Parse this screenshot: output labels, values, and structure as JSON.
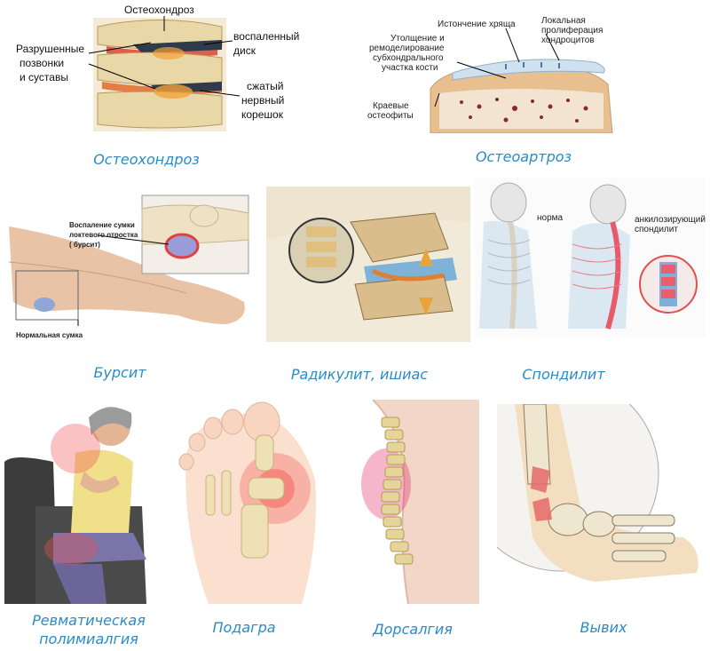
{
  "captions": {
    "osteochondrosis": "Остеохондроз",
    "osteoarthrosis": "Остеоартроз",
    "bursitis": "Бурсит",
    "radiculitis": "Радикулит, ишиас",
    "spondylitis": "Спондилит",
    "polymyalgia_line1": "Ревматическая",
    "polymyalgia_line2": "полимиалгия",
    "gout": "Подагра",
    "dorsalgia": "Дорсалгия",
    "dislocation": "Вывих"
  },
  "osteochondrosis_labels": {
    "title": "Остеохондроз",
    "destroyed_1": "Разрушенные",
    "destroyed_2": "позвонки",
    "destroyed_3": "и суставы",
    "disc_1": "воспаленный",
    "disc_2": "диск",
    "nerve_1": "сжатый",
    "nerve_2": "нервный",
    "nerve_3": "корешок"
  },
  "osteoarthrosis_labels": {
    "thinning": "Истончение хряща",
    "prolif_1": "Локальная",
    "prolif_2": "пролиферация",
    "prolif_3": "хондроцитов",
    "thick_1": "Утолщение и",
    "thick_2": "ремоделирование",
    "thick_3": "субхондрального",
    "thick_4": "участка кости",
    "osteo_1": "Краевые",
    "osteo_2": "остеофиты"
  },
  "bursitis_labels": {
    "inflam_1": "Воспаление сумки",
    "inflam_2": "локтевого отростка",
    "inflam_3": "( бурсит)",
    "normal": "Нормальная сумка"
  },
  "spondylitis_labels": {
    "norm": "норма",
    "ank_1": "анкилозирующий",
    "ank_2": "спондилит"
  },
  "colors": {
    "caption": "#2a8bc6",
    "inflammation": "#e0303a",
    "bone": "#ecdcb2",
    "skin": "#e8c3a6"
  }
}
